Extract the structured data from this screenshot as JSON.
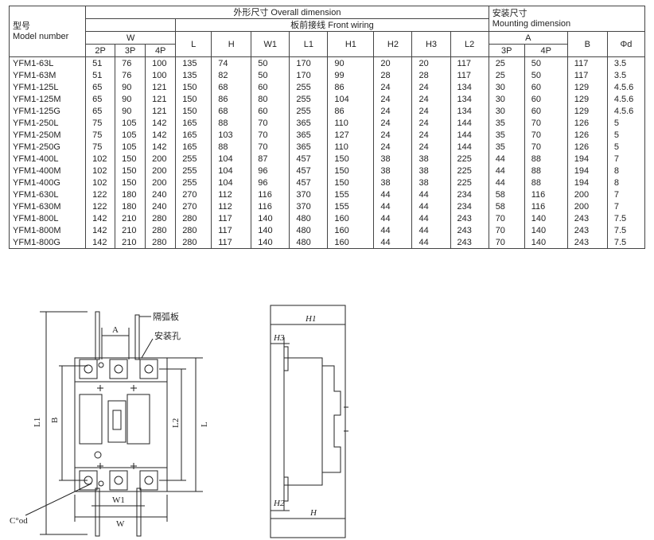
{
  "table": {
    "header": {
      "model_cn": "型号",
      "model_en": "Model number",
      "overall_title": "外形尺寸 Overall dimension",
      "mounting_cn": "安装尺寸",
      "mounting_en": "Mounting dimension",
      "front_wiring": "板前接线 Front wiring",
      "W": "W",
      "L": "L",
      "H": "H",
      "W1": "W1",
      "L1": "L1",
      "H1": "H1",
      "H2": "H2",
      "H3": "H3",
      "L2": "L2",
      "A": "A",
      "B": "B",
      "phi_d": "Φd",
      "p2": "2P",
      "p3": "3P",
      "p4": "4P",
      "a3": "3P",
      "a4": "4P"
    },
    "rows": [
      [
        "YFM1-63L",
        "51",
        "76",
        "100",
        "135",
        "74",
        "50",
        "170",
        "90",
        "20",
        "20",
        "117",
        "25",
        "50",
        "117",
        "3.5"
      ],
      [
        "YFM1-63M",
        "51",
        "76",
        "100",
        "135",
        "82",
        "50",
        "170",
        "99",
        "28",
        "28",
        "117",
        "25",
        "50",
        "117",
        "3.5"
      ],
      [
        "YFM1-125L",
        "65",
        "90",
        "121",
        "150",
        "68",
        "60",
        "255",
        "86",
        "24",
        "24",
        "134",
        "30",
        "60",
        "129",
        "4.5.6"
      ],
      [
        "YFM1-125M",
        "65",
        "90",
        "121",
        "150",
        "86",
        "80",
        "255",
        "104",
        "24",
        "24",
        "134",
        "30",
        "60",
        "129",
        "4.5.6"
      ],
      [
        "YFM1-125G",
        "65",
        "90",
        "121",
        "150",
        "68",
        "60",
        "255",
        "86",
        "24",
        "24",
        "134",
        "30",
        "60",
        "129",
        "4.5.6"
      ],
      [
        "YFM1-250L",
        "75",
        "105",
        "142",
        "165",
        "88",
        "70",
        "365",
        "110",
        "24",
        "24",
        "144",
        "35",
        "70",
        "126",
        "5"
      ],
      [
        "YFM1-250M",
        "75",
        "105",
        "142",
        "165",
        "103",
        "70",
        "365",
        "127",
        "24",
        "24",
        "144",
        "35",
        "70",
        "126",
        "5"
      ],
      [
        "YFM1-250G",
        "75",
        "105",
        "142",
        "165",
        "88",
        "70",
        "365",
        "110",
        "24",
        "24",
        "144",
        "35",
        "70",
        "126",
        "5"
      ],
      [
        "YFM1-400L",
        "102",
        "150",
        "200",
        "255",
        "104",
        "87",
        "457",
        "150",
        "38",
        "38",
        "225",
        "44",
        "88",
        "194",
        "7"
      ],
      [
        "YFM1-400M",
        "102",
        "150",
        "200",
        "255",
        "104",
        "96",
        "457",
        "150",
        "38",
        "38",
        "225",
        "44",
        "88",
        "194",
        "8"
      ],
      [
        "YFM1-400G",
        "102",
        "150",
        "200",
        "255",
        "104",
        "96",
        "457",
        "150",
        "38",
        "38",
        "225",
        "44",
        "88",
        "194",
        "8"
      ],
      [
        "YFM1-630L",
        "122",
        "180",
        "240",
        "270",
        "112",
        "116",
        "370",
        "155",
        "44",
        "44",
        "234",
        "58",
        "116",
        "200",
        "7"
      ],
      [
        "YFM1-630M",
        "122",
        "180",
        "240",
        "270",
        "112",
        "116",
        "370",
        "155",
        "44",
        "44",
        "234",
        "58",
        "116",
        "200",
        "7"
      ],
      [
        "YFM1-800L",
        "142",
        "210",
        "280",
        "280",
        "117",
        "140",
        "480",
        "160",
        "44",
        "44",
        "243",
        "70",
        "140",
        "243",
        "7.5"
      ],
      [
        "YFM1-800M",
        "142",
        "210",
        "280",
        "280",
        "117",
        "140",
        "480",
        "160",
        "44",
        "44",
        "243",
        "70",
        "140",
        "243",
        "7.5"
      ],
      [
        "YFM1-800G",
        "142",
        "210",
        "280",
        "280",
        "117",
        "140",
        "480",
        "160",
        "44",
        "44",
        "243",
        "70",
        "140",
        "243",
        "7.5"
      ]
    ]
  },
  "front_view": {
    "arc_plate": "隔弧板",
    "mount_hole": "安装孔",
    "A": "A",
    "B": "B",
    "L": "L",
    "L1": "L1",
    "L2": "L2",
    "W": "W",
    "W1": "W1",
    "phi_od": "C°od"
  },
  "side_view": {
    "H": "H",
    "H1": "H1",
    "H2": "H2",
    "H3": "H3"
  }
}
